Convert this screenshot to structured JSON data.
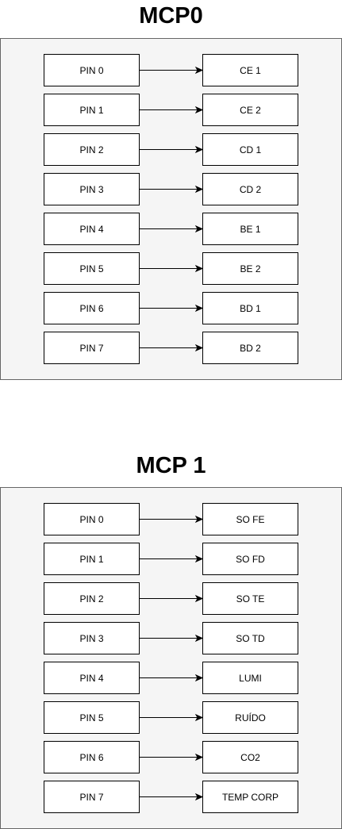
{
  "diagrams": [
    {
      "title": "MCP0",
      "rows": [
        {
          "pin": "PIN 0",
          "target": "CE 1"
        },
        {
          "pin": "PIN 1",
          "target": "CE 2"
        },
        {
          "pin": "PIN 2",
          "target": "CD 1"
        },
        {
          "pin": "PIN 3",
          "target": "CD 2"
        },
        {
          "pin": "PIN 4",
          "target": "BE 1"
        },
        {
          "pin": "PIN 5",
          "target": "BE 2"
        },
        {
          "pin": "PIN 6",
          "target": "BD 1"
        },
        {
          "pin": "PIN 7",
          "target": "BD 2"
        }
      ]
    },
    {
      "title": "MCP 1",
      "rows": [
        {
          "pin": "PIN 0",
          "target": "SO FE"
        },
        {
          "pin": "PIN 1",
          "target": "SO FD"
        },
        {
          "pin": "PIN 2",
          "target": "SO TE"
        },
        {
          "pin": "PIN 3",
          "target": "SO TD"
        },
        {
          "pin": "PIN 4",
          "target": "LUMI"
        },
        {
          "pin": "PIN 5",
          "target": "RUÍDO"
        },
        {
          "pin": "PIN 6",
          "target": "CO2"
        },
        {
          "pin": "PIN 7",
          "target": "TEMP CORP"
        }
      ]
    }
  ]
}
